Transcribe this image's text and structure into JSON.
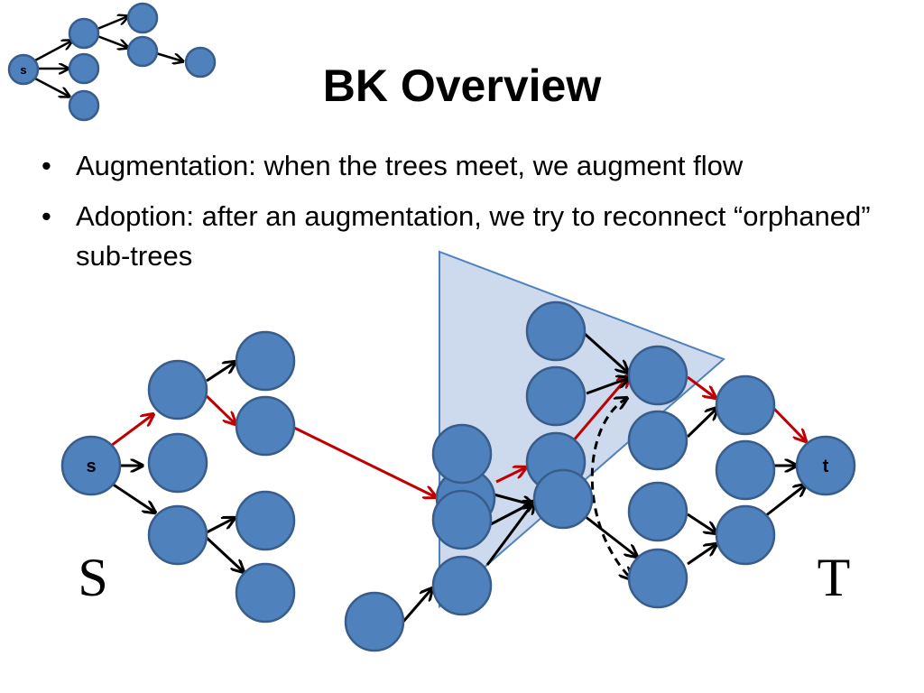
{
  "slide": {
    "title": "BK Overview",
    "bullets": [
      "Augmentation: when the trees meet, we augment flow",
      "Adoption: after an augmentation, we try to reconnect “orphaned” sub-trees"
    ]
  },
  "diagram": {
    "labels": {
      "source": "s",
      "sink": "t",
      "source_tree": "S",
      "sink_tree": "T",
      "mini_source": "s"
    },
    "colors": {
      "node_fill": "#4f81bd",
      "node_stroke": "#385d8a",
      "edge": "#000000",
      "path_edge": "#c00000",
      "orphan_region": "#cdd9ec",
      "orphan_region_stroke": "#4f81bd"
    }
  }
}
